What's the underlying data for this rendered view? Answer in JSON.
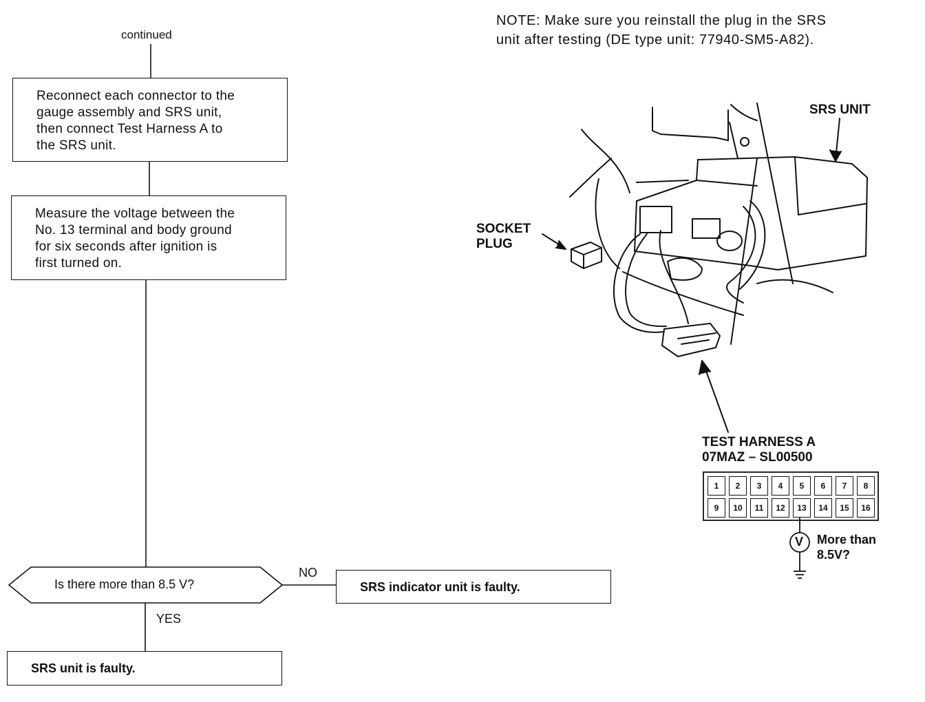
{
  "note": {
    "line1": "NOTE: Make sure you reinstall the plug in the SRS",
    "line2": "unit after testing (DE type unit: 77940-SM5-A82)."
  },
  "flow": {
    "continued": "continued",
    "step1": [
      "Reconnect each connector to the",
      "gauge assembly and SRS unit,",
      "then connect Test Harness A to",
      "the SRS unit."
    ],
    "step2": [
      "Measure the voltage between the",
      "No. 13 terminal and body ground",
      "for six seconds after ignition is",
      "first turned on."
    ],
    "decision": "Is there more than 8.5 V?",
    "no_label": "NO",
    "yes_label": "YES",
    "result_no": "SRS indicator unit is faulty.",
    "result_yes": "SRS unit is faulty."
  },
  "illustration": {
    "srs_unit_label": "SRS UNIT",
    "socket_plug_line1": "SOCKET",
    "socket_plug_line2": "PLUG",
    "harness_line1": "TEST HARNESS A",
    "harness_line2": "07MAZ – SL00500",
    "connector_pins_top": [
      "1",
      "2",
      "3",
      "4",
      "5",
      "6",
      "7",
      "8"
    ],
    "connector_pins_bottom": [
      "9",
      "10",
      "11",
      "12",
      "13",
      "14",
      "15",
      "16"
    ],
    "meter_symbol": "V",
    "meter_question_line1": "More than",
    "meter_question_line2": "8.5V?"
  }
}
